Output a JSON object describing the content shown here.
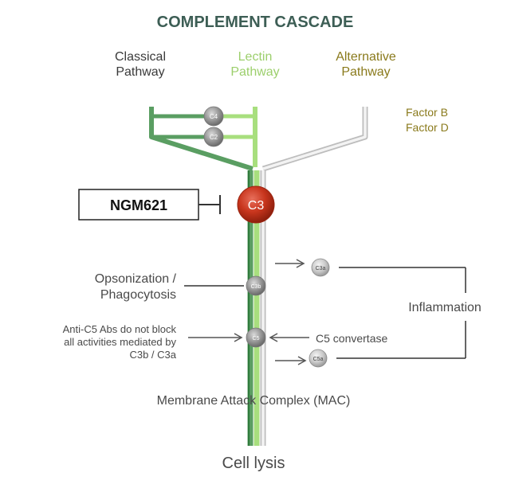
{
  "title": "COMPLEMENT CASCADE",
  "pathways": {
    "classical": {
      "line1": "Classical",
      "line2": "Pathway"
    },
    "lectin": {
      "line1": "Lectin",
      "line2": "Pathway"
    },
    "alternative": {
      "line1": "Alternative",
      "line2": "Pathway"
    }
  },
  "factors": {
    "factor_b": "Factor B",
    "factor_d": "Factor D"
  },
  "inhibitor": {
    "label": "NGM621"
  },
  "nodes": {
    "c4": "C4",
    "c2": "C2",
    "c3": "C3",
    "c3b": "C3b",
    "c5": "C5",
    "c3a": "C3a",
    "c5a": "C5a"
  },
  "annotations": {
    "opsonization_line1": "Opsonization /",
    "opsonization_line2": "Phagocytosis",
    "anti_c5_line1": "Anti-C5 Abs do not block",
    "anti_c5_line2": "all activities mediated by",
    "anti_c5_line3": "C3b / C3a",
    "c5_convertase": "C5 convertase",
    "inflammation": "Inflammation",
    "mac": "Membrane Attack Complex (MAC)",
    "cell_lysis": "Cell lysis"
  },
  "colors": {
    "title": "#3d5e55",
    "classical": "#5a9e62",
    "classical_dark": "#2f7a3c",
    "lectin": "#a8df7e",
    "alternative": "#d6d6d6",
    "alternative_text": "#8a7a1c",
    "lectin_text": "#9ccf6c",
    "c3_fill": "#c8351d",
    "node_fill": "#9a9a9a",
    "text": "#4a4a4a"
  }
}
